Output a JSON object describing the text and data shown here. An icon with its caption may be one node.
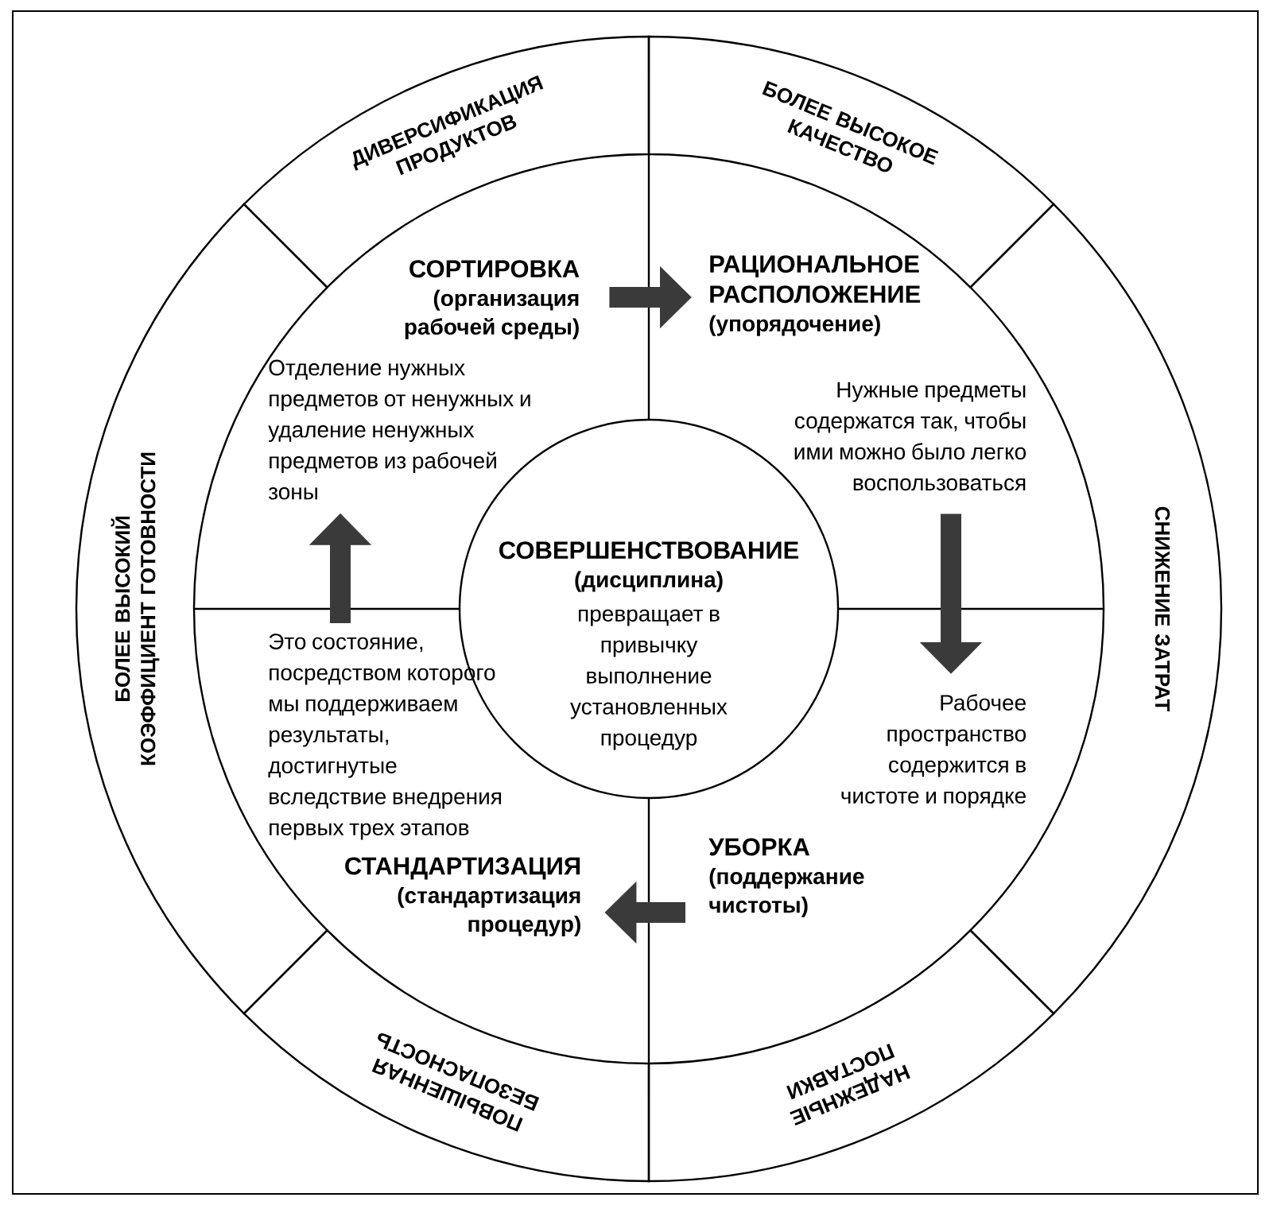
{
  "diagram": {
    "nodes": [
      {
        "text": [
          "ДИВЕРСИФИКАЦИЯ ПРОДУКТОВ"
        ]
      },
      {
        "text": [
          "БОЛЕЕ ВЫСОКОЕ КАЧЕСТВО"
        ]
      },
      {
        "text": [
          "СОРТИРОВКА",
          "(организация рабочей среды)",
          "Отделение нужных предметов от ненужных и удаление ненужных предметов из рабочей зоны"
        ]
      },
      {
        "text": [
          "РАЦИОНАЛЬНОЕ РАСПОЛОЖЕНИЕ",
          "(упорядочение)",
          "Нужные предметы содержатся так, чтобы ими можно было легко воспользоваться"
        ]
      },
      {
        "text": [
          "БОЛЕЕ ВЫСОКИЙ КОЭФФИЦИЕНТ ГОТОВНОСТИ"
        ]
      },
      {
        "text": [
          "СНИЖЕНИЕ ЗАТРАТ"
        ]
      },
      {
        "text": [
          "СОВЕРШЕНСТВОВАНИЕ",
          "(дисциплина)",
          "превращает в привычку выполнение установленных процедур"
        ]
      },
      {
        "text": [
          "Это состояние, посредством которого мы поддерживаем результаты, достигнутые вследствие внедрения первых трех этапов",
          "СТАНДАРТИЗАЦИЯ",
          "(стандартизация процедур)"
        ]
      },
      {
        "text": [
          "Рабочее пространство содержится в чистоте и порядке",
          "УБОРКА",
          "(поддержание чистоты)"
        ]
      },
      {
        "text": [
          "ПОВЫШЕННАЯ БЕЗОПАСНОСТЬ"
        ]
      },
      {
        "text": [
          "НАДЕЖНЫЕ ПОСТАВКИ"
        ]
      }
    ],
    "edges": [
      {
        "from": 2,
        "to": 3,
        "arrow": "to"
      },
      {
        "from": 3,
        "to": 8,
        "arrow": "to"
      },
      {
        "from": 8,
        "to": 7,
        "arrow": "to"
      },
      {
        "from": 7,
        "to": 2,
        "arrow": "to"
      }
    ]
  }
}
